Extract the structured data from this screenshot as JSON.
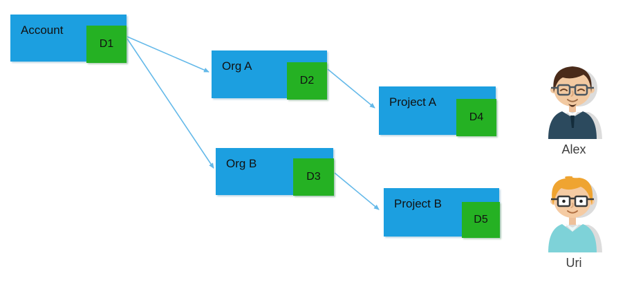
{
  "diagram": {
    "nodes": [
      {
        "id": "account",
        "label": "Account",
        "badge": "D1"
      },
      {
        "id": "org-a",
        "label": "Org A",
        "badge": "D2"
      },
      {
        "id": "org-b",
        "label": "Org B",
        "badge": "D3"
      },
      {
        "id": "project-a",
        "label": "Project A",
        "badge": "D4"
      },
      {
        "id": "project-b",
        "label": "Project B",
        "badge": "D5"
      }
    ],
    "edges": [
      {
        "from": "account",
        "to": "org-a"
      },
      {
        "from": "account",
        "to": "org-b"
      },
      {
        "from": "org-a",
        "to": "project-a"
      },
      {
        "from": "org-b",
        "to": "project-b"
      }
    ],
    "colors": {
      "node_fill": "#1c9fe0",
      "badge_fill": "#25b123",
      "arrow": "#64b9e9",
      "node_text": "#111111",
      "name_text": "#3c3c3c",
      "background": "#ffffff"
    }
  },
  "users": [
    {
      "name": "Alex"
    },
    {
      "name": "Uri"
    }
  ]
}
